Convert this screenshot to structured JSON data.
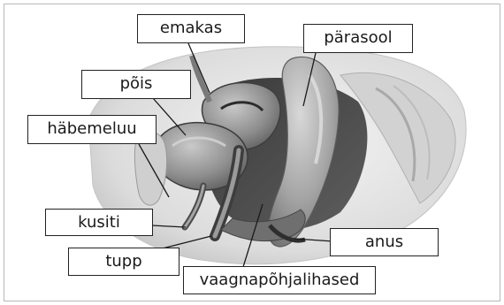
{
  "labels": {
    "emakas": "emakas",
    "parasool": "pärasool",
    "pois": "põis",
    "habemeluu": "häbemeluu",
    "kusiti": "kusiti",
    "tupp": "tupp",
    "anus": "anus",
    "vaagnapohjalihased": "vaagnapõhjalihased"
  }
}
